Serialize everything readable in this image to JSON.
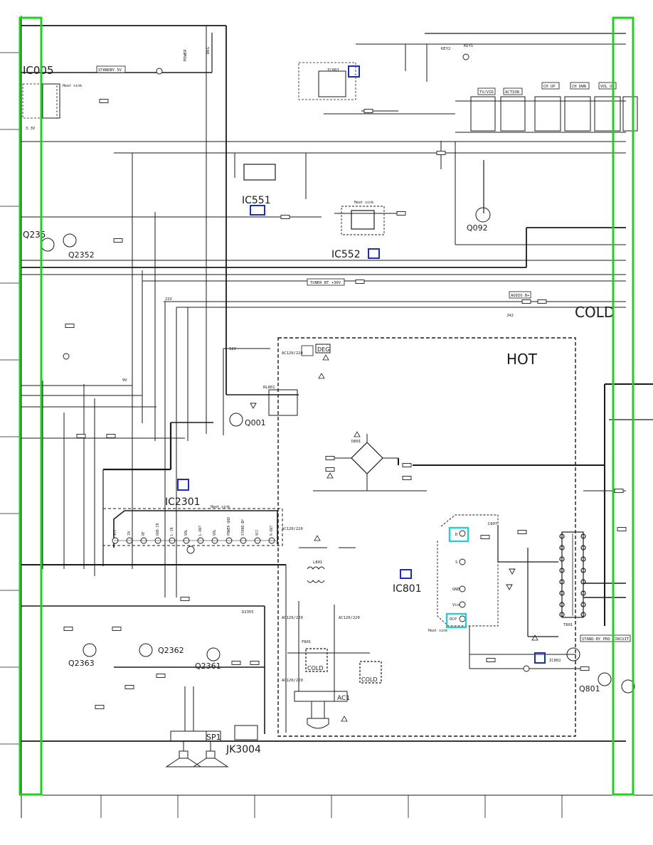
{
  "labels": {
    "ic005": "IC005",
    "ic551": "IC551",
    "ic552": "IC552",
    "ic2301": "IC2301",
    "ic801": "IC801",
    "ic003": "IC003",
    "ic802": "IC802",
    "q235": "Q235",
    "q2352": "Q2352",
    "q2362": "Q2362",
    "q2363": "Q2363",
    "q2361": "Q2361",
    "q092": "Q092",
    "q001": "Q001",
    "q801": "Q801",
    "jk3004": "JK3004",
    "sp1": "SP1",
    "hot": "HOT",
    "cold": "COLD",
    "standby5v": "STANDBY 5V",
    "tuner_bt": "TUNER BT +30V",
    "audio_b": "AUDIO B+",
    "standby_circuit": "STAND-BY PRO CIRCUIT",
    "v12": "12V",
    "v9": "9V",
    "v22": "22V",
    "v33": "3.3V",
    "pin_power": "POWER",
    "pin_deg": "DEG",
    "tv_vid": "TV/VID",
    "action": "ACTION",
    "ch_up": "CH UP",
    "ch_dwn": "CH DWN",
    "vol_u": "VOL U",
    "key2": "KEY2",
    "key1": "KEY1",
    "t801": "T801",
    "rl801": "RL801",
    "d801": "D801",
    "f801": "F801",
    "ac1": "AC1",
    "heat_sink": "Heat sink",
    "pin_d": "D",
    "pin_ocp": "OCP",
    "pin_s": "S",
    "pin_gnd": "GND",
    "pin_vin": "Vin",
    "cold_ground": "COLD",
    "ac120": "AC120/220",
    "j42": "J42",
    "d2355": "D2355",
    "l801": "L801",
    "c807": "C807"
  },
  "ic2301_pins": [
    "VCC",
    "IN",
    "RF",
    "GND-IN",
    "L-IN",
    "VOL",
    "L-OUT",
    "VOL",
    "POWER GND",
    "STAND-BY",
    "VCC",
    "R-OUT"
  ],
  "colors": {
    "green_boundary": "#20d020",
    "blue_marker": "#1a2fbf",
    "cyan_marker": "#2ec9d3",
    "ink": "#1a1a1a"
  }
}
